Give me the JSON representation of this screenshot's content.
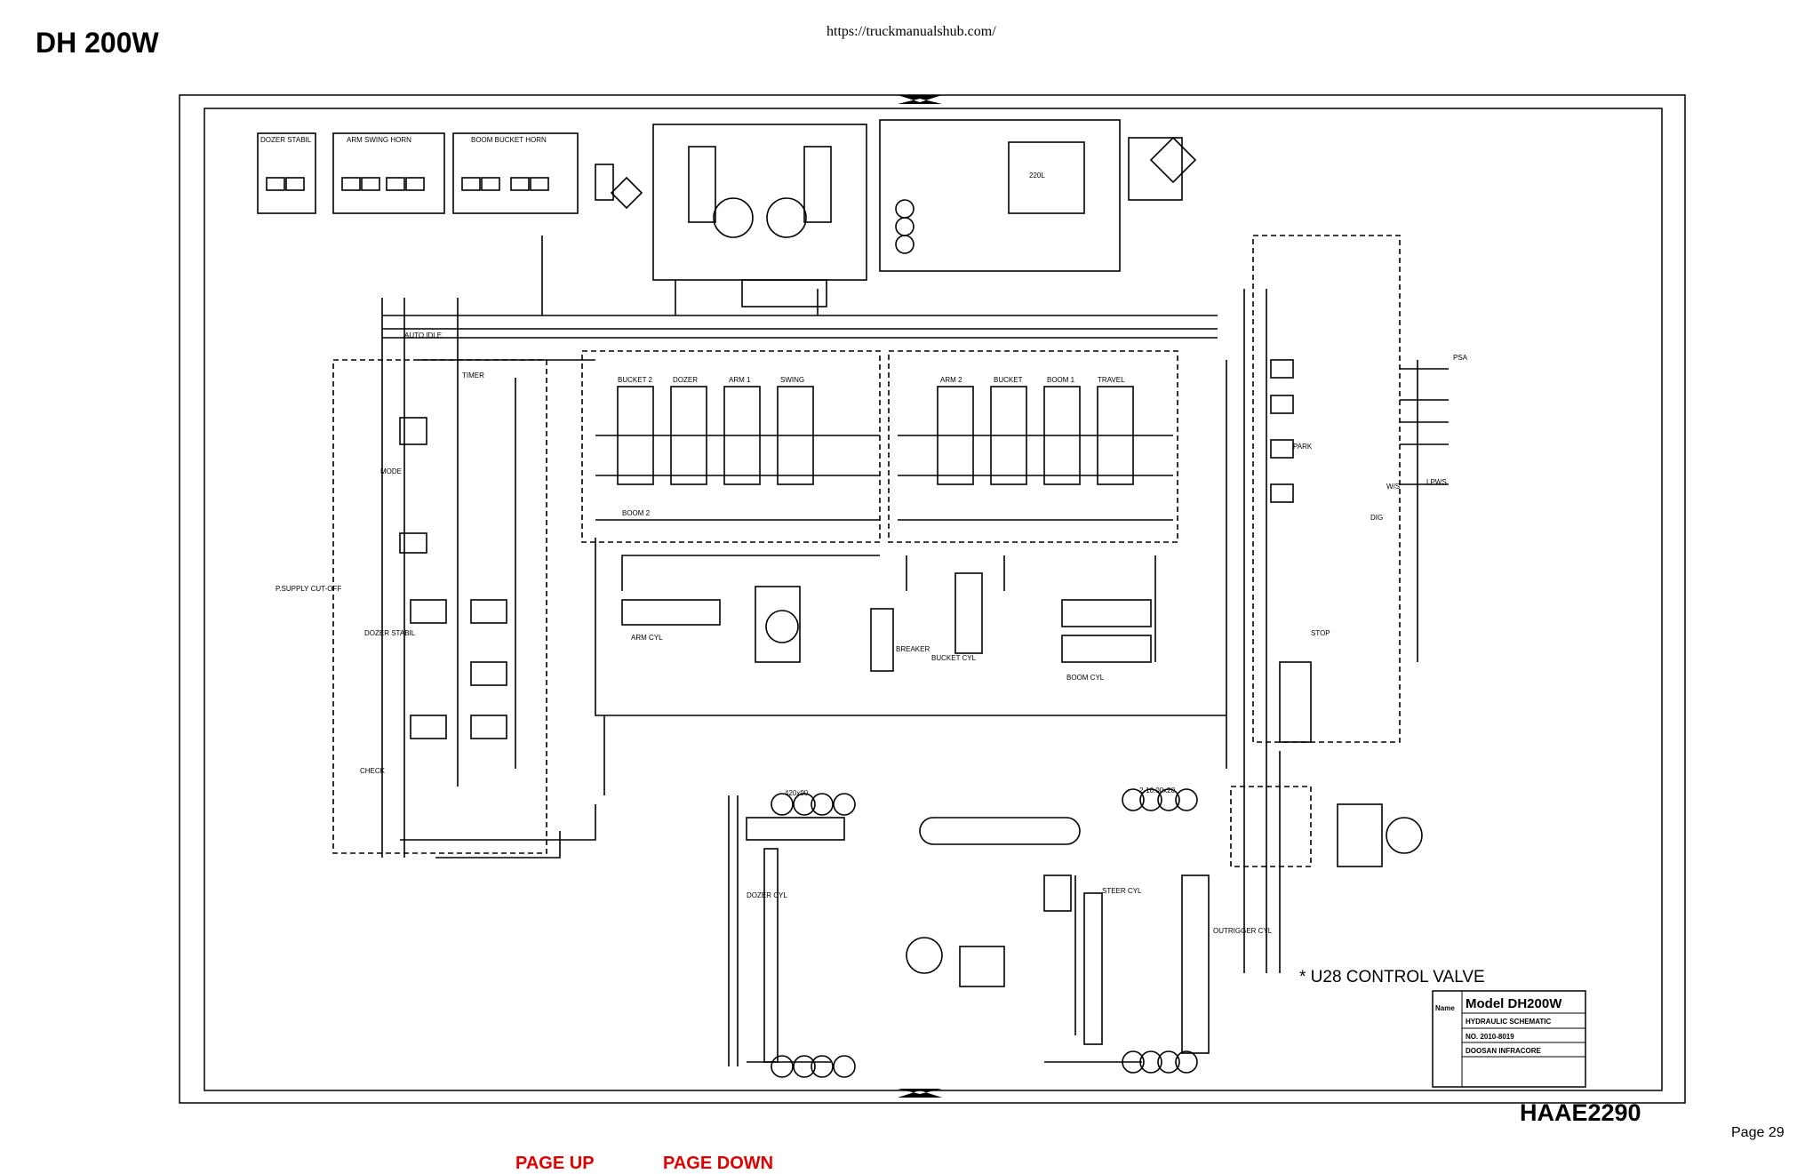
{
  "document": {
    "title": "DH 200W",
    "source_url": "https://truckmanualshub.com/",
    "figure_code": "HAAE2290",
    "page_label": "Page 29"
  },
  "navigation": {
    "page_up": "PAGE UP",
    "page_down": "PAGE DOWN",
    "link_color": "#e00000"
  },
  "schematic": {
    "control_valve_note": "* U28 CONTROL VALVE",
    "title_block": {
      "name_label": "Name",
      "model": "Model DH200W",
      "drawing": "HYDRAULIC SCHEMATIC",
      "number": "NO. 2010-8019",
      "company": "DOOSAN INFRACORE"
    },
    "labels": {
      "pilot_block_1": "DOZER STABIL",
      "pilot_block_2": "ARM SWING HORN",
      "pilot_block_3": "BOOM BUCKET HORN",
      "auto_idle": "AUTO IDLE",
      "timer": "TIMER",
      "spool_1": "BUCKET 2",
      "spool_2": "DOZER",
      "spool_3": "ARM 1",
      "spool_4": "SWING",
      "spool_5": "ARM 2",
      "spool_6": "BUCKET",
      "spool_7": "BOOM 1",
      "spool_8": "TRAVEL",
      "boom2": "BOOM 2",
      "arm_cyl": "ARM CYL",
      "breaker": "BREAKER",
      "bucket_cyl": "BUCKET CYL",
      "boom_cyl": "BOOM CYL",
      "tank": "220L",
      "dozer_cyl": "DOZER CYL",
      "steer_cyl": "STEER CYL",
      "outrigger_cyl": "OUTRIGGER CYL",
      "p_supply": "P.SUPPLY CUT-OFF",
      "dozer_stabil": "DOZER STABIL",
      "mode": "MODE",
      "check": "CHECK",
      "park": "PARK",
      "stop": "STOP",
      "psa": "PSA",
      "lpws": "LPWS",
      "dig": "DIG",
      "ws": "W/S",
      "tyre_spec_1": "420x90",
      "tyre_spec_2": "2-10.00x20"
    }
  }
}
